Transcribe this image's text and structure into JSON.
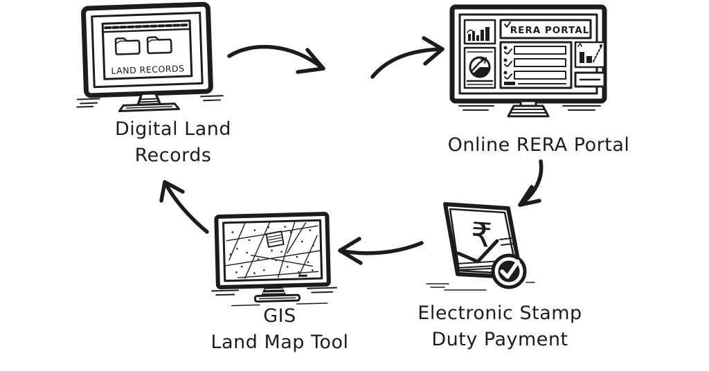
{
  "colors": {
    "ink": "#1c1c1c",
    "background": "#ffffff"
  },
  "diagram": {
    "type": "cycle-flow",
    "nodes": [
      {
        "id": "digital-land-records",
        "icon": "desktop-monitor-folders-icon",
        "screen_label": "LAND RECORDS",
        "label_line1": "Digital Land",
        "label_line2": "Records"
      },
      {
        "id": "online-rera-portal",
        "icon": "desktop-monitor-dashboard-icon",
        "screen_label": "RERA PORTAL",
        "label_line1": "Online RERA Portal",
        "label_line2": ""
      },
      {
        "id": "electronic-stamp-duty-payment",
        "icon": "tablet-rupee-check-icon",
        "screen_label": "₹",
        "label_line1": "Electronic Stamp",
        "label_line2": "Duty Payment"
      },
      {
        "id": "gis-land-map-tool",
        "icon": "desktop-monitor-map-icon",
        "screen_label": "",
        "label_line1": "GIS",
        "label_line2": "Land Map Tool"
      }
    ],
    "edges": [
      {
        "from": "digital-land-records",
        "to": "online-rera-portal"
      },
      {
        "from": "online-rera-portal",
        "to": "electronic-stamp-duty-payment"
      },
      {
        "from": "electronic-stamp-duty-payment",
        "to": "gis-land-map-tool"
      },
      {
        "from": "gis-land-map-tool",
        "to": "digital-land-records"
      }
    ]
  }
}
